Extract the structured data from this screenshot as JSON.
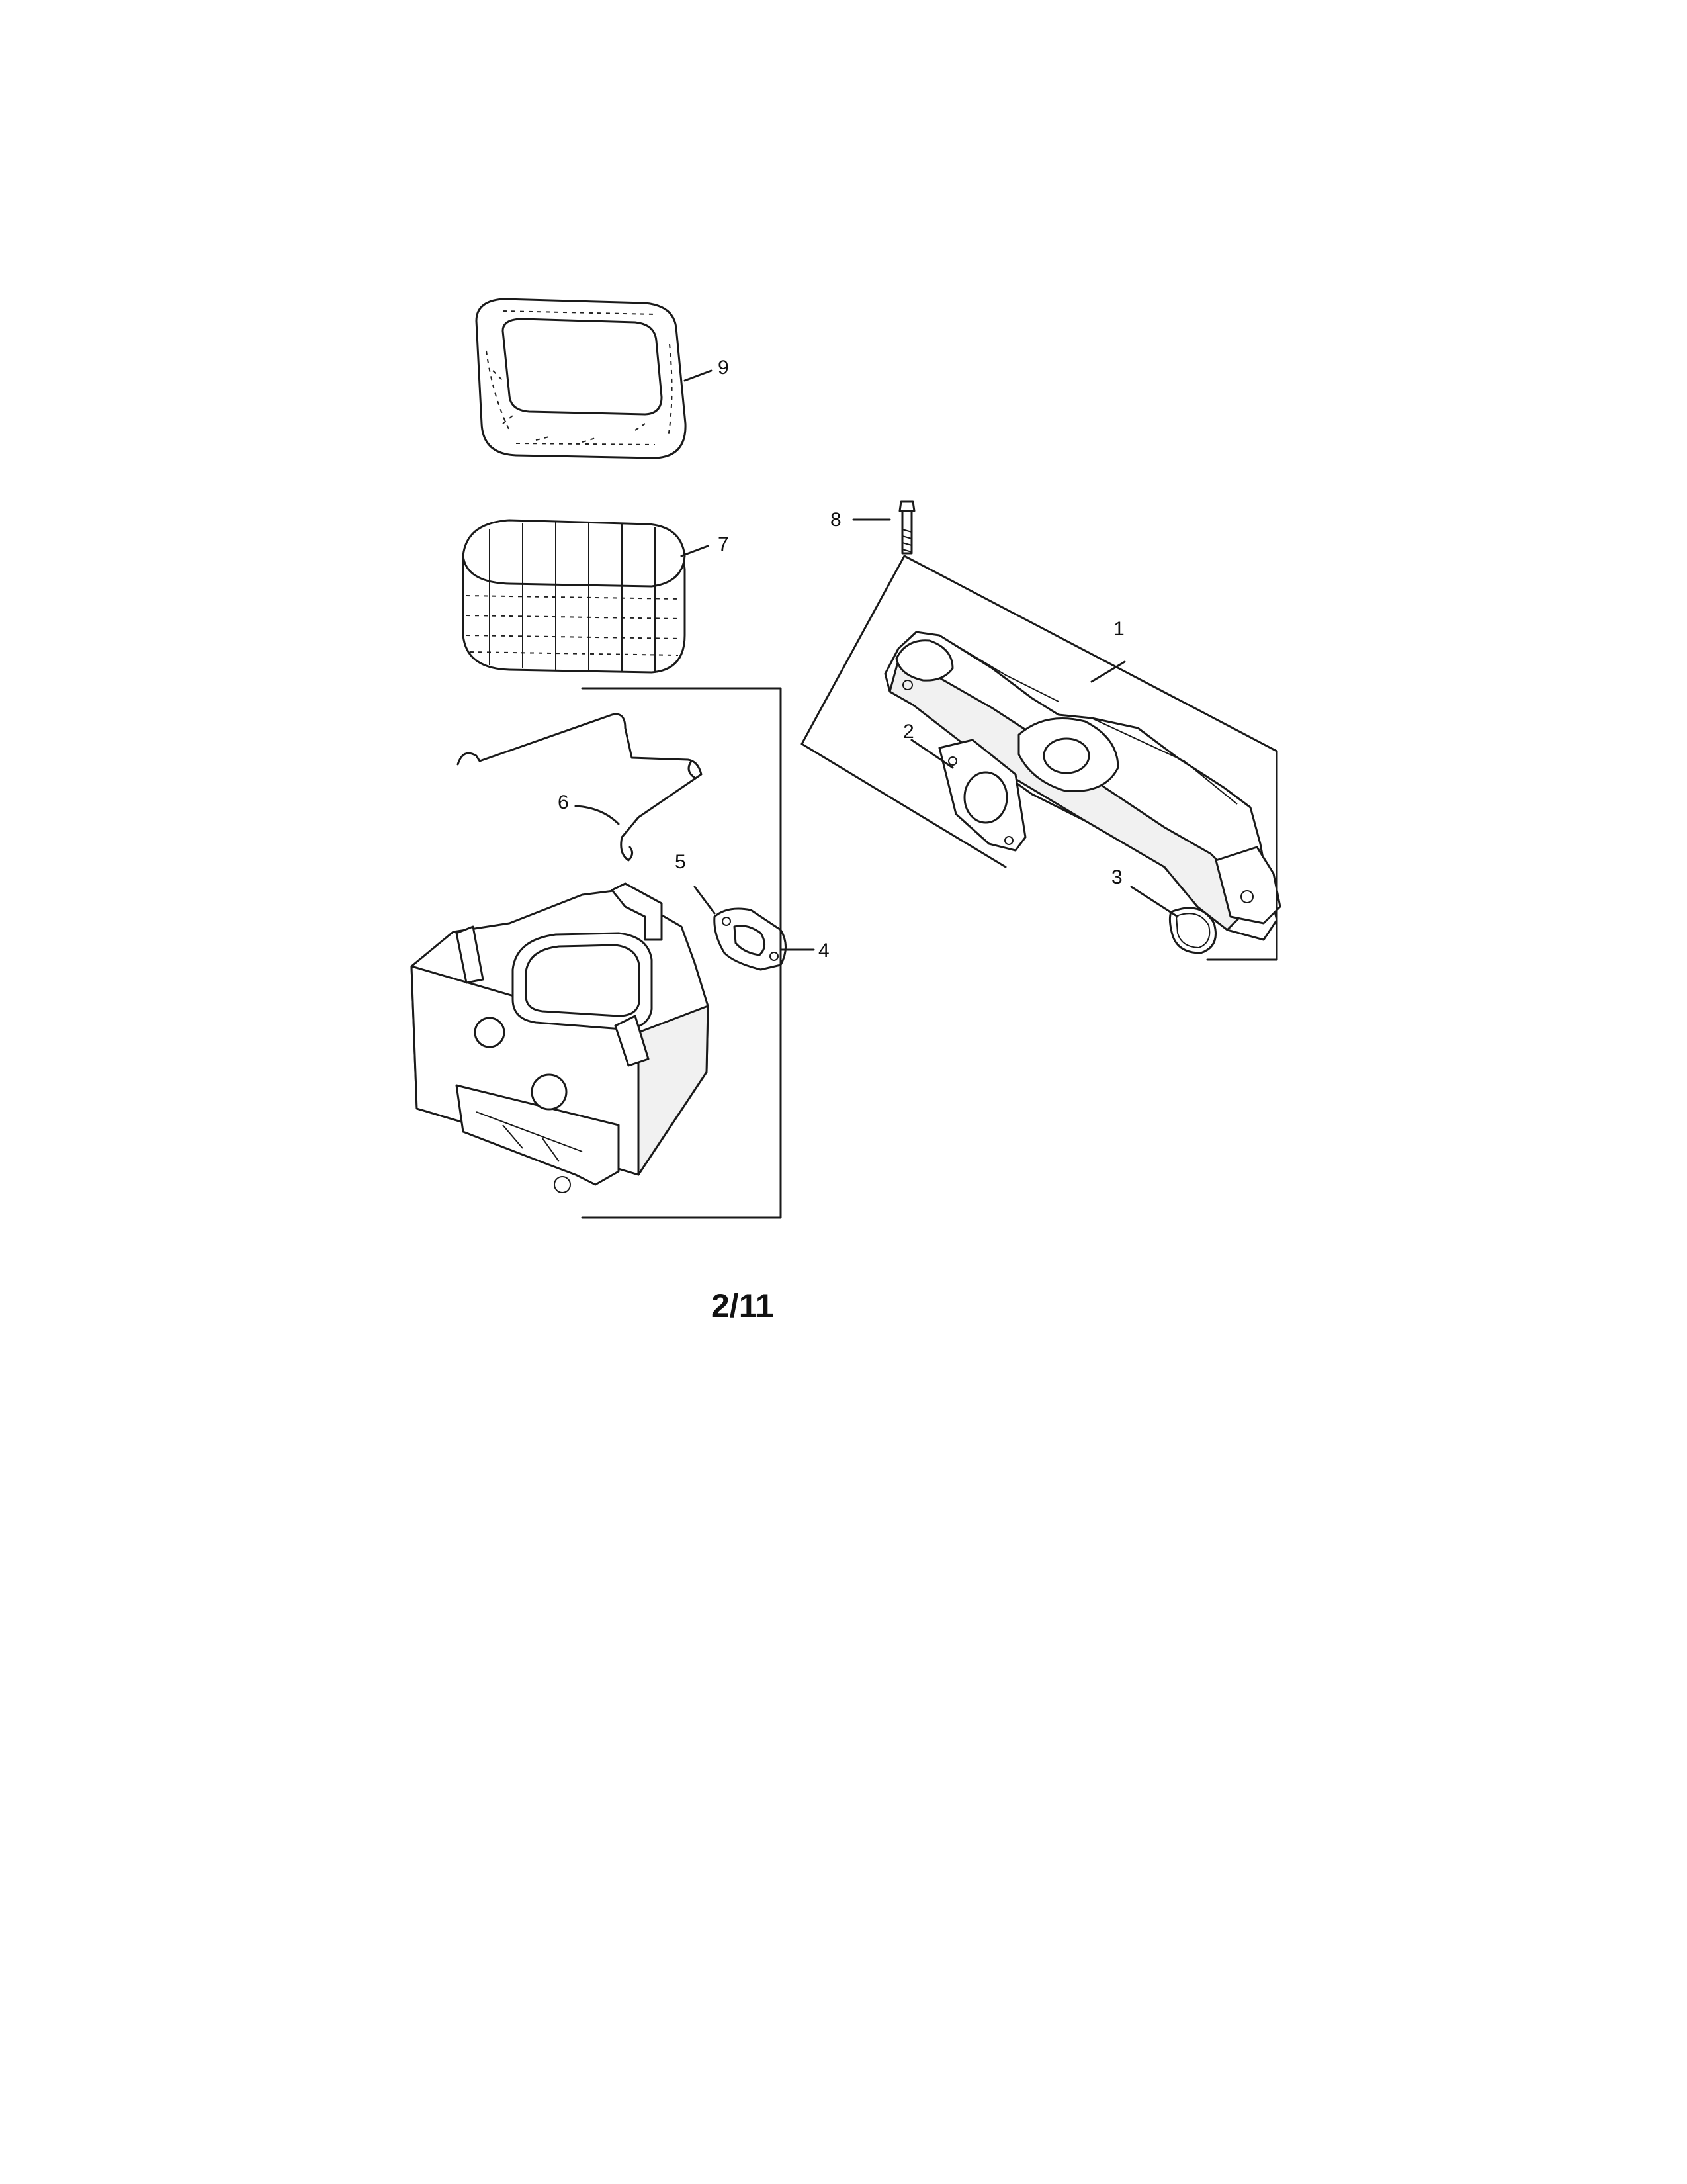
{
  "callouts": [
    {
      "id": "1",
      "label": "1"
    },
    {
      "id": "2",
      "label": "2"
    },
    {
      "id": "3",
      "label": "3"
    },
    {
      "id": "4",
      "label": "4"
    },
    {
      "id": "5",
      "label": "5"
    },
    {
      "id": "6",
      "label": "6"
    },
    {
      "id": "7",
      "label": "7"
    },
    {
      "id": "8",
      "label": "8"
    },
    {
      "id": "9",
      "label": "9"
    }
  ],
  "page_number": "2/11"
}
